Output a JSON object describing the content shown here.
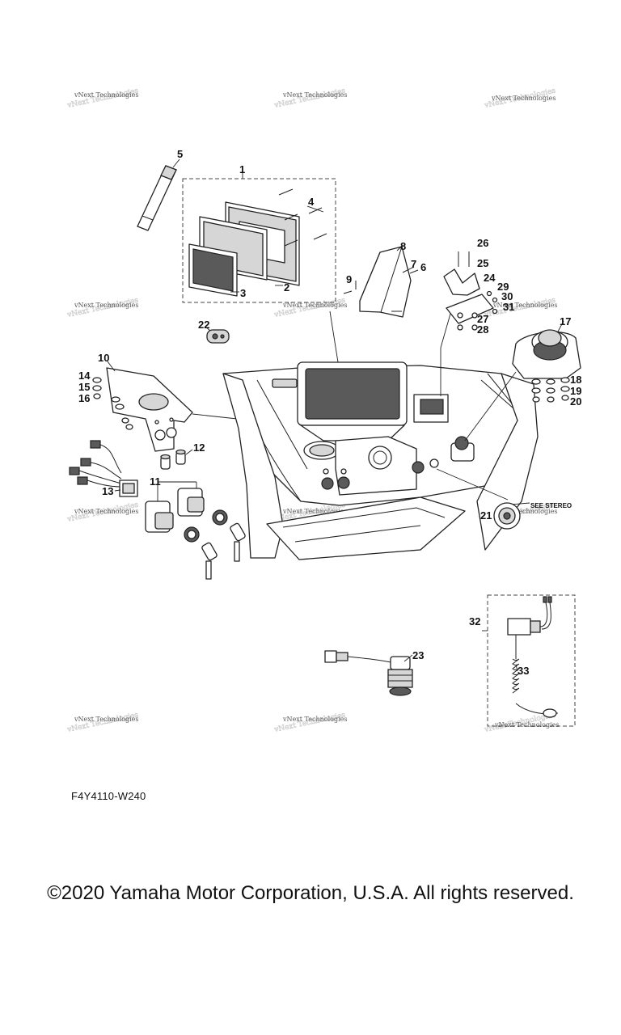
{
  "diagram": {
    "code": "F4Y4110-W240",
    "copyright": "©2020 Yamaha Motor Corporation, U.S.A. All rights reserved.",
    "note": "SEE STEREO",
    "watermark": "vNext Technologies",
    "callouts": [
      "1",
      "2",
      "3",
      "4",
      "5",
      "6",
      "7",
      "8",
      "9",
      "10",
      "11",
      "12",
      "13",
      "14",
      "15",
      "16",
      "17",
      "18",
      "19",
      "20",
      "21",
      "22",
      "23",
      "24",
      "25",
      "26",
      "27",
      "28",
      "29",
      "30",
      "31",
      "32",
      "33"
    ]
  }
}
